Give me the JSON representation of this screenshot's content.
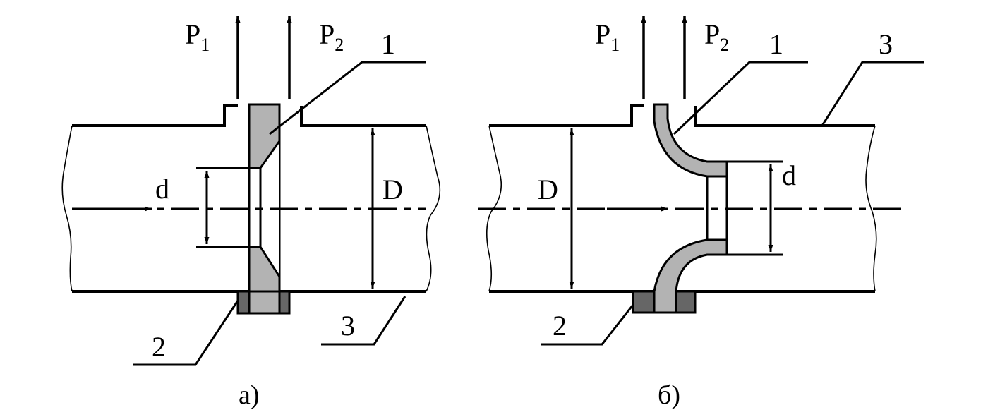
{
  "figure_a": {
    "p1": "P",
    "p1_sub": "1",
    "p2": "P",
    "p2_sub": "2",
    "label_1": "1",
    "label_2": "2",
    "label_3": "3",
    "small_d": "d",
    "big_d": "D",
    "caption": "а)"
  },
  "figure_b": {
    "p1": "P",
    "p1_sub": "1",
    "p2": "P",
    "p2_sub": "2",
    "label_1": "1",
    "label_2": "2",
    "label_3": "3",
    "small_d": "d",
    "big_d": "D",
    "caption": "б)"
  },
  "colors": {
    "line": "#000000",
    "element_fill": "#b3b3b3",
    "seal_fill": "#666666"
  }
}
